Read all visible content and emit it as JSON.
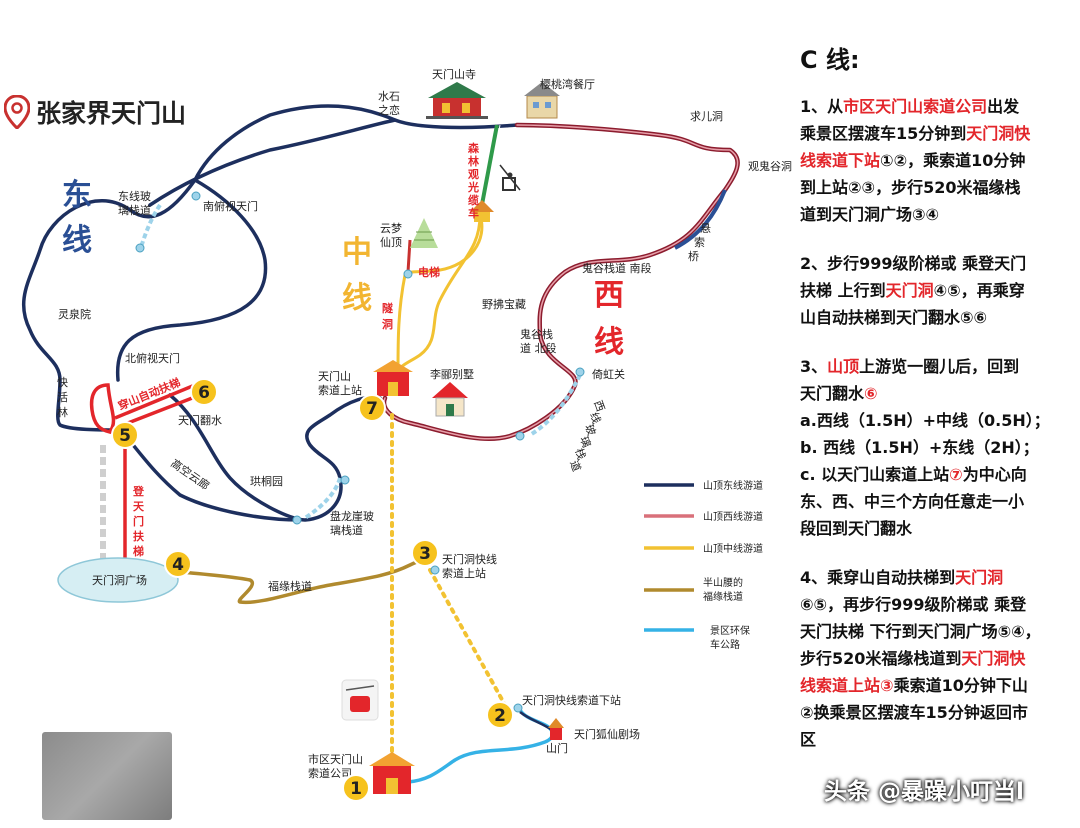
{
  "title": "张家界天门山",
  "icons": {
    "location": "location-pin-icon",
    "cableway": "cable-car-icon",
    "chairlift": "chairlift-icon"
  },
  "colors": {
    "east_line": "#1d2f5e",
    "west_line": "#a82a3d",
    "middle_line": "#f2c232",
    "half_mountain": "#b08a2e",
    "bus_road": "#35b2e6",
    "stop_circle": "#f6c21d",
    "accent_red": "#e3262b"
  },
  "map": {
    "line_names": {
      "east": [
        "东",
        "线"
      ],
      "middle": [
        "中",
        "线"
      ],
      "west": [
        "西",
        "线"
      ]
    },
    "places": {
      "tianmen_temple": "天门山寺",
      "cherry_restaurant": "樱桃湾餐厅",
      "shuishi": [
        "水石",
        "之恋"
      ],
      "qiuer_cave": "求儿洞",
      "guangui_cave": "观鬼谷洞",
      "east_glass": [
        "东线玻",
        "璃栈道"
      ],
      "nan_fu": "南俯视天门",
      "forest_cableway": [
        "森",
        "林",
        "观",
        "光",
        "缆",
        "车"
      ],
      "yunmeng": [
        "云梦",
        "仙顶"
      ],
      "elevator": "电梯",
      "tunnel": [
        "隧",
        "洞"
      ],
      "gui_south": "鬼谷栈道 南段",
      "yejibaozang": "野拂宝藏",
      "gui_north": [
        "鬼谷栈",
        "道 北段"
      ],
      "lingquan": "灵泉院",
      "bei_fu": "北俯视天门",
      "kuaihuolin": [
        "快",
        "活",
        "林"
      ],
      "escalator": "穿山自动扶梯",
      "fanshui": "天门翻水",
      "yuqinqiao": [
        "悬",
        "索",
        "桥"
      ],
      "tianmen_station": [
        "天门山",
        "索道上站"
      ],
      "li_villa": "李郦别墅",
      "yihong": "倚虹关",
      "west_glass": [
        "西",
        "线",
        "玻",
        "璃",
        "栈",
        "道"
      ],
      "gaokong": "高空云廊",
      "gongtong": "珙桐园",
      "panlong": [
        "盘龙崖玻",
        "璃栈道"
      ],
      "climb_escalator": [
        "登",
        "天",
        "门",
        "扶",
        "梯"
      ],
      "tianmen_square": "天门洞广场",
      "fuyuan_walk": "福缘栈道",
      "fast_upper": [
        "天门洞快线",
        "索道上站"
      ],
      "fast_lower": "天门洞快线索道下站",
      "fox_theater": "天门狐仙剧场",
      "shanmen": "山门",
      "city_station": [
        "市区天门山",
        "索道公司"
      ]
    },
    "stops": [
      "1",
      "2",
      "3",
      "4",
      "5",
      "6",
      "7"
    ]
  },
  "legend": [
    {
      "label": "山顶东线游道",
      "color": "#1d2f5e"
    },
    {
      "label": "山顶西线游道",
      "color": "#d9707a"
    },
    {
      "label": "山顶中线游道",
      "color": "#f2c232"
    },
    {
      "label": "半山腰的",
      "label2": "福缘栈道",
      "color": "#b08a2e"
    },
    {
      "label": "景区环保",
      "label2": "车公路",
      "color": "#35b2e6"
    }
  ],
  "panel": {
    "heading": "C 线:",
    "p1": [
      [
        [
          "1、从",
          0
        ],
        [
          "市区天门山索道公司",
          1
        ],
        [
          "出发",
          0
        ]
      ],
      [
        [
          "乘景区摆渡车15分钟到",
          0
        ],
        [
          "天门洞快",
          1
        ]
      ],
      [
        [
          "线索道下站",
          1
        ],
        [
          "①②，乘索道10分钟",
          0
        ]
      ],
      [
        [
          "到上站②③，步行520米福缘栈",
          0
        ]
      ],
      [
        [
          "道到天门洞广场③④",
          0
        ]
      ]
    ],
    "p2": [
      [
        [
          "2、步行999级阶梯或 乘登天门",
          0
        ]
      ],
      [
        [
          "扶梯 上行到",
          0
        ],
        [
          "天门洞",
          1
        ],
        [
          "④⑤，再乘穿",
          0
        ]
      ],
      [
        [
          "山自动扶梯到天门翻水⑤⑥",
          0
        ]
      ]
    ],
    "p3": [
      [
        [
          "3、",
          0
        ],
        [
          "山顶",
          1
        ],
        [
          "上游览一圈儿后，回到",
          0
        ]
      ],
      [
        [
          "天门翻水",
          0
        ],
        [
          "⑥",
          1
        ]
      ],
      [
        [
          "a.西线（1.5H）+中线（0.5H）；",
          0
        ]
      ],
      [
        [
          "b. 西线（1.5H）+东线（2H）；",
          0
        ]
      ],
      [
        [
          "c. 以天门山索道上站",
          0
        ],
        [
          "⑦",
          1
        ],
        [
          "为中心向",
          0
        ]
      ],
      [
        [
          "东、西、中三个方向任意走一小",
          0
        ]
      ],
      [
        [
          "段回到天门翻水",
          0
        ]
      ]
    ],
    "p4": [
      [
        [
          "4、乘穿山自动扶梯到",
          0
        ],
        [
          "天门洞",
          1
        ]
      ],
      [
        [
          "⑥⑤，再步行999级阶梯或 乘登",
          0
        ]
      ],
      [
        [
          "天门扶梯 下行到天门洞广场⑤④，",
          0
        ]
      ],
      [
        [
          "步行520米福缘栈道到",
          0
        ],
        [
          "天门洞快",
          1
        ]
      ],
      [
        [
          "线索道上站③",
          1
        ],
        [
          "乘索道10分钟下山",
          0
        ]
      ],
      [
        [
          "②换乘景区摆渡车15分钟返回市",
          0
        ]
      ],
      [
        [
          "区",
          0
        ]
      ]
    ]
  },
  "watermark": "头条 @暴躁小叮当l"
}
